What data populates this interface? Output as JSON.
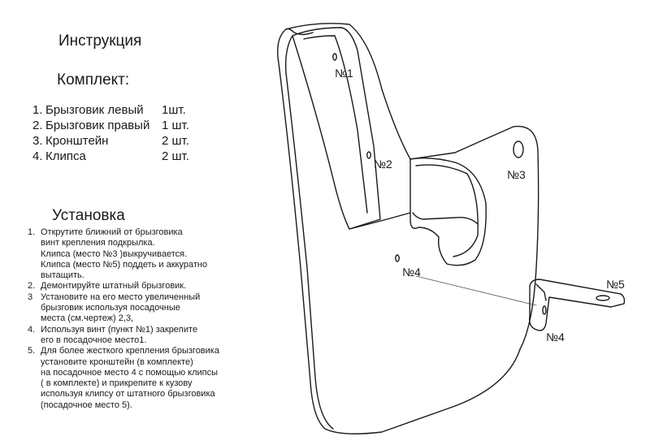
{
  "title": "Инструкция",
  "kit": {
    "title": "Комплект:",
    "items": [
      {
        "num": "1.",
        "name": "Брызговик левый",
        "qty": "1шт."
      },
      {
        "num": "2.",
        "name": "Брызговик правый",
        "qty": "1 шт."
      },
      {
        "num": "3.",
        "name": "Кронштейн",
        "qty": "2 шт."
      },
      {
        "num": "4.",
        "name": "Клипса",
        "qty": "2 шт."
      }
    ]
  },
  "install": {
    "title": "Установка",
    "steps": [
      {
        "num": "1.",
        "text": " Открутите ближний от брызговика\nвинт крепления подкрылка.\nКлипса (место №3 )выкручивается.\nКлипса (место №5)  поддеть и аккуратно\nвытащить."
      },
      {
        "num": "2.",
        "text": "Демонтируйте штатный брызговик."
      },
      {
        "num": "3",
        "text": " Установите на его место увеличенный\nбрызговик используя посадочные\nместа (см.чертеж) 2,3,"
      },
      {
        "num": "4.",
        "text": "Используя винт (пункт №1) закрепите\nего в посадочное место1."
      },
      {
        "num": "5.",
        "text": "Для более жесткого крепления брызговика\nустановите кронштейн (в комплекте)\nна посадочное место 4 с помощью клипсы\n( в комплекте) и прикрепите к кузову\nиспользуя  клипсу от штатного брызговика\n(посадочное место 5)."
      }
    ]
  },
  "drawing": {
    "labels": {
      "n1": "№1",
      "n2": "№2",
      "n3": "№3",
      "n4": "№4",
      "n4b": "№4",
      "n5": "№5"
    }
  }
}
